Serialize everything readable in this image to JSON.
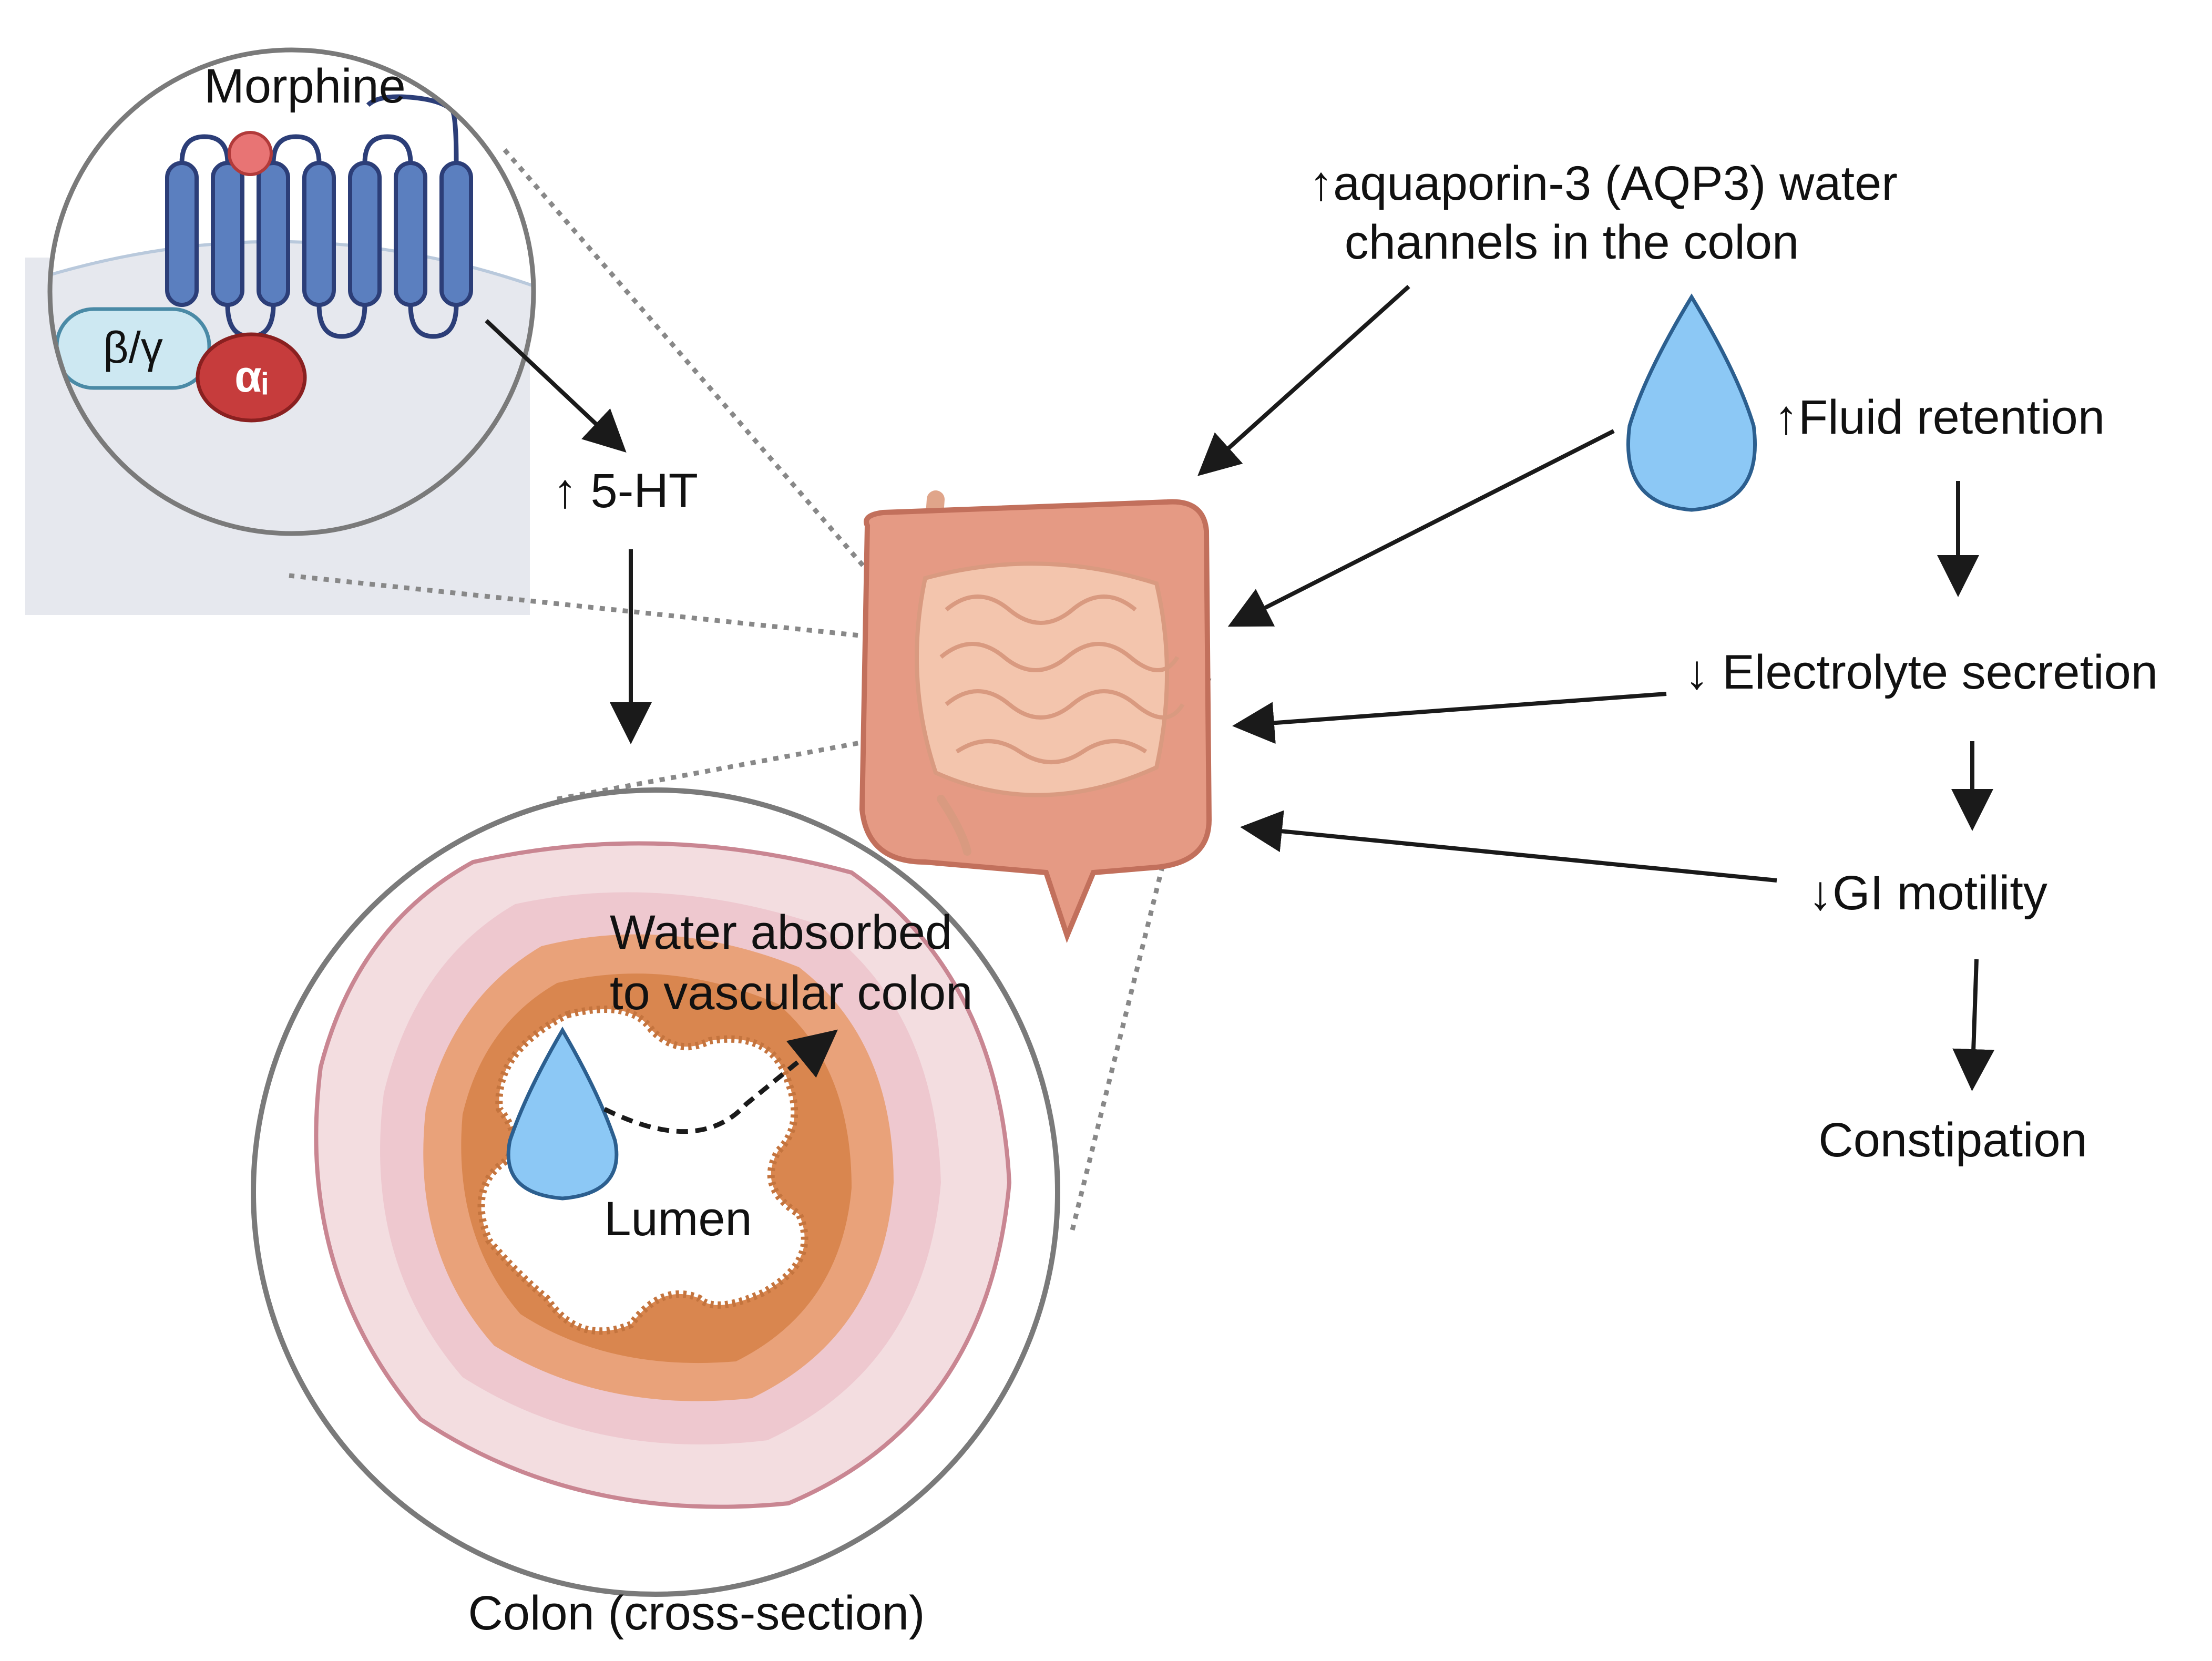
{
  "labels": {
    "morphine": "Morphine",
    "beta_gamma": "β/γ",
    "alpha_i": "αᵢ",
    "serotonin": "↑ 5-HT",
    "aqp3_line1": "↑aquaporin-3 (AQP3) water",
    "aqp3_line2": "channels in the colon",
    "fluid_retention": "↑Fluid retention",
    "electrolyte": "↓ Electrolyte secretion",
    "gi_motility": "↓GI motility",
    "constipation": "Constipation",
    "water_line1": "Water absorbed",
    "water_line2": "to vascular colon",
    "lumen": "Lumen",
    "colon_cross_section": "Colon (cross-section)"
  },
  "colors": {
    "receptor": "#5b7fbf",
    "receptor_outline": "#2c3e78",
    "ligand": "#e87474",
    "beta_gamma_fill": "#cde8f2",
    "alpha_fill": "#c63c3c",
    "droplet": "#8cc8f5",
    "intestine": "#eab39a",
    "colon_outer": "#f3dde0",
    "colon_mucosa": "#e9a27a",
    "arrow": "#1a1a1a",
    "zoom_line": "#888888"
  }
}
